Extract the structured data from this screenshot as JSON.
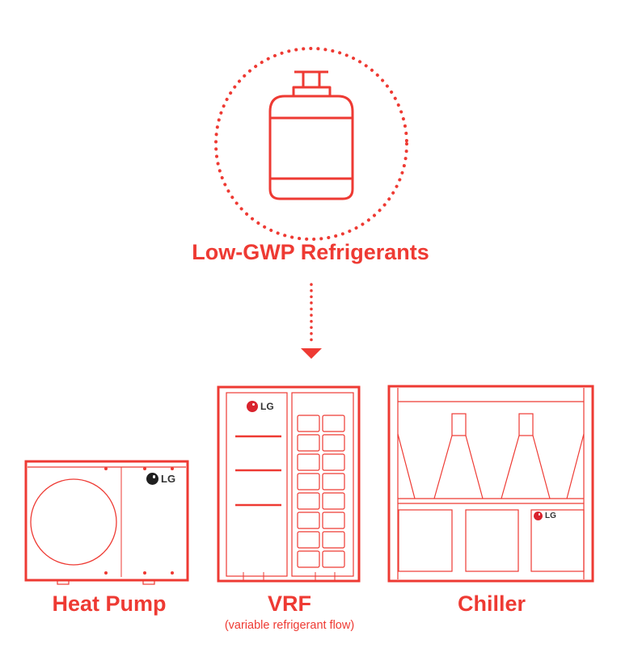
{
  "colors": {
    "accent": "#ee3a33",
    "logo_text": "#333333"
  },
  "diagram": {
    "source": {
      "label": "Low-GWP Refrigerants",
      "icon": "refrigerant-cylinder-icon"
    },
    "connector": {
      "style": "dotted",
      "direction": "down",
      "icon": "arrow-down-icon"
    },
    "products": [
      {
        "id": "heat-pump",
        "label": "Heat Pump",
        "sublabel": "",
        "icon": "heat-pump-unit-icon",
        "brand": "LG"
      },
      {
        "id": "vrf",
        "label": "VRF",
        "sublabel": "(variable refrigerant flow)",
        "icon": "vrf-unit-icon",
        "brand": "LG"
      },
      {
        "id": "chiller",
        "label": "Chiller",
        "sublabel": "",
        "icon": "chiller-unit-icon",
        "brand": "LG"
      }
    ]
  }
}
